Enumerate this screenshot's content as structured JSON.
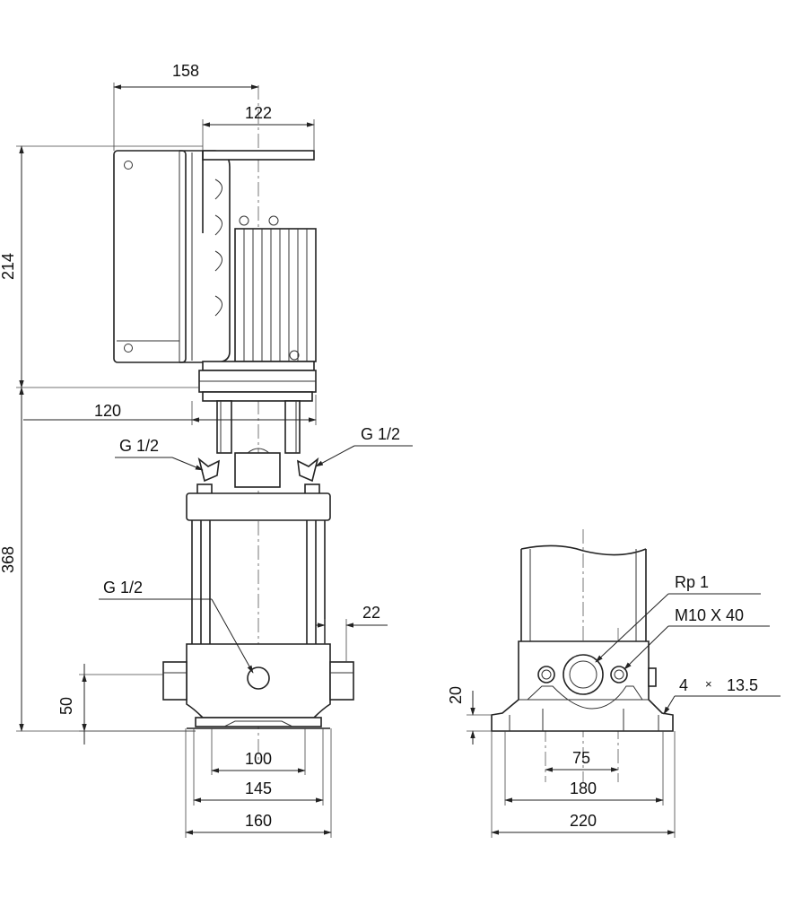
{
  "side_view": {
    "dimensions": {
      "motor_reach": "158",
      "motor_width": "122",
      "motor_height": "214",
      "shaft_offset": "120",
      "pump_height": "368",
      "base_height": "50",
      "port_spacing": "100",
      "foot_inner": "145",
      "foot_outer": "160",
      "flange_gap": "22"
    },
    "callouts": {
      "left_vent": "G 1/2",
      "right_vent": "G 1/2",
      "drain": "G 1/2"
    }
  },
  "front_view": {
    "dimensions": {
      "base_thickness": "20",
      "bolt_spacing": "75",
      "hole_spacing": "180",
      "base_width": "220"
    },
    "callouts": {
      "port_thread": "Rp 1",
      "bolt_size": "M10 X 40",
      "holes_count": "4",
      "holes_times": "×",
      "holes_diameter": "13.5"
    }
  }
}
